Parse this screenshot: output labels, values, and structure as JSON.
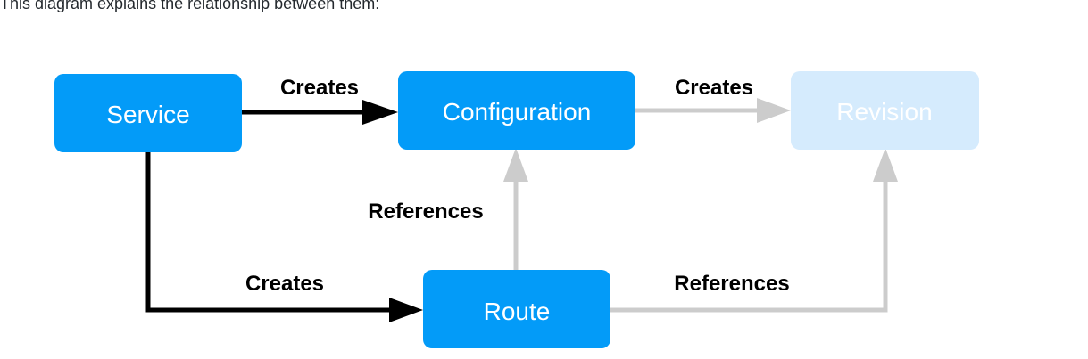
{
  "intro_text": "This diagram explains the relationship between them:",
  "colors": {
    "node_active": "#039BF8",
    "node_faded": "#D5EBFD",
    "edge_strong": "#000000",
    "edge_faded": "#CCCCCC"
  },
  "nodes": {
    "service": "Service",
    "configuration": "Configuration",
    "revision": "Revision",
    "route": "Route"
  },
  "edges": {
    "service_to_configuration": "Creates",
    "configuration_to_revision": "Creates",
    "service_to_route": "Creates",
    "route_to_configuration": "References",
    "route_to_revision": "References"
  }
}
